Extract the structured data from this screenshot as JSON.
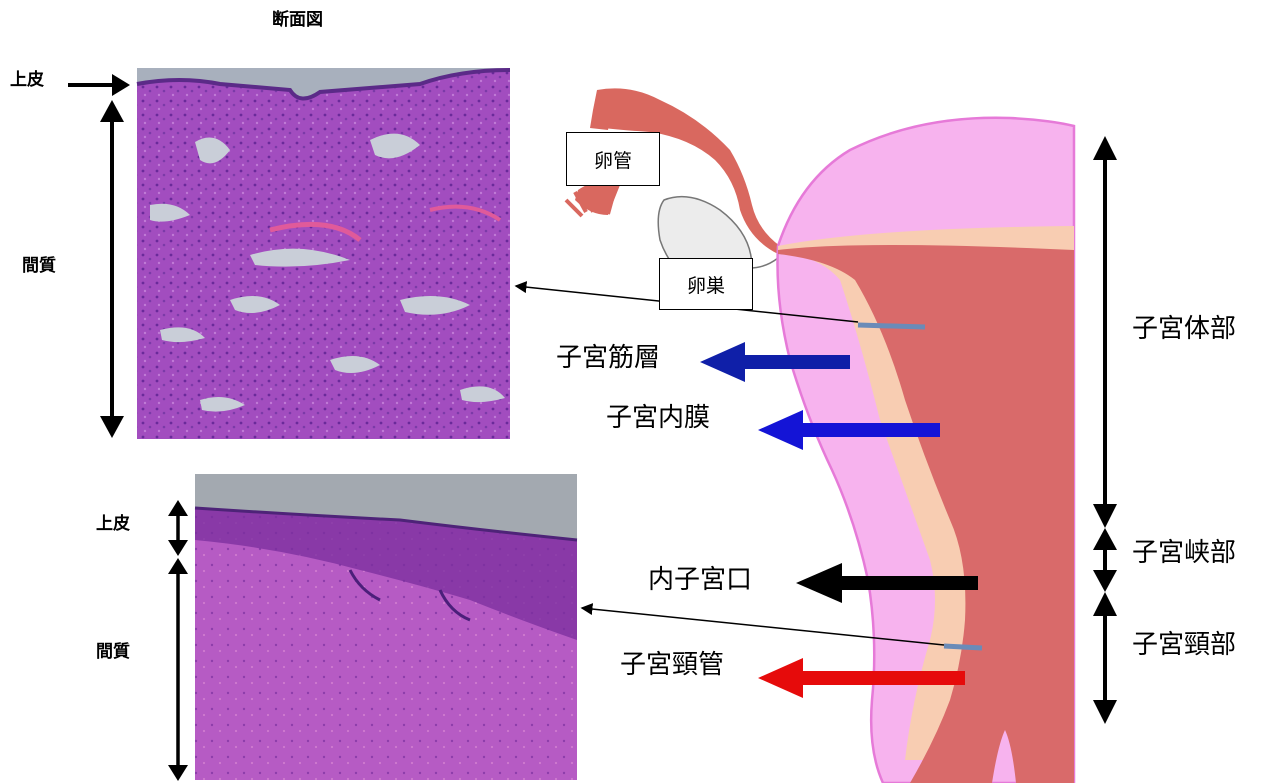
{
  "title": "断面図",
  "top_section": {
    "epithelium_label": "上皮",
    "stroma_label": "間質"
  },
  "bottom_section": {
    "epithelium_label": "上皮",
    "stroma_label": "間質"
  },
  "organ_labels": {
    "fallopian_tube": "卵管",
    "ovary": "卵巣"
  },
  "layer_labels": {
    "myometrium": "子宮筋層",
    "endometrium": "子宮内膜",
    "internal_os": "内子宮口",
    "cervical_canal": "子宮頸管"
  },
  "region_labels": {
    "body": "子宮体部",
    "isthmus": "子宮峡部",
    "cervix": "子宮頸部"
  },
  "colors": {
    "uterus_outer": "#f7b3ee",
    "uterus_outline": "#e67ad8",
    "endometrium_band": "#f8cdb2",
    "cavity": "#d96a6a",
    "myometrium_arrow": "#0f1fa8",
    "endometrium_arrow": "#1414d6",
    "internal_os_arrow": "#000000",
    "cervical_canal_arrow": "#e60b0b",
    "marker": "#6a8bb8",
    "histology_purple": "#a44fc0"
  }
}
